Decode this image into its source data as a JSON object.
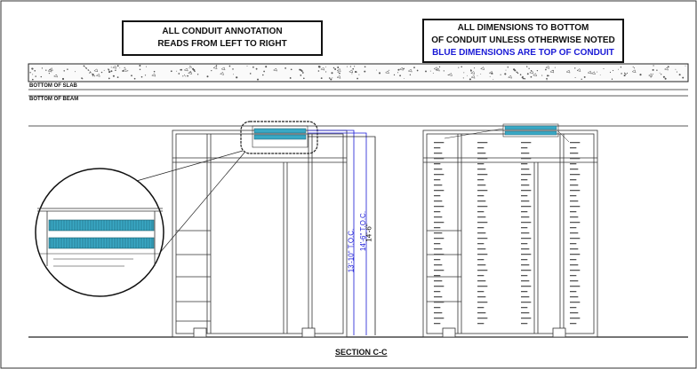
{
  "notes": {
    "left_line1": "ALL CONDUIT ANNOTATION",
    "left_line2": "READS FROM LEFT TO RIGHT",
    "right_line1": "ALL DIMENSIONS TO BOTTOM",
    "right_line2": "OF CONDUIT UNLESS OTHERWISE NOTED",
    "right_line3": "BLUE DIMENSIONS ARE TOP OF CONDUIT"
  },
  "labels": {
    "bottom_of_slab": "BOTTOM OF SLAB",
    "bottom_of_beam": "BOTTOM OF BEAM"
  },
  "dimensions": {
    "dim1": "13'-10\" T.O.C.",
    "dim2": "14'-6\" T.O.C.",
    "dim3": "14'-6\""
  },
  "section_title": "SECTION C-C",
  "colors": {
    "blue": "#1a1ad6",
    "teal": "#39a8c4",
    "line": "#222222"
  }
}
